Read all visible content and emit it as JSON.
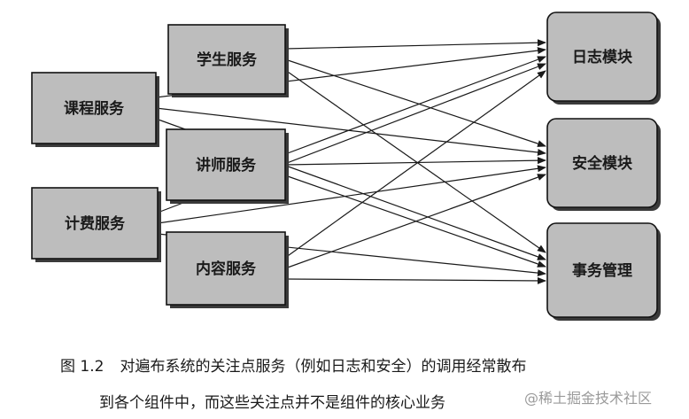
{
  "diagram": {
    "sources": [
      {
        "id": "student",
        "label": "学生服务"
      },
      {
        "id": "course",
        "label": "课程服务"
      },
      {
        "id": "lecturer",
        "label": "讲师服务"
      },
      {
        "id": "billing",
        "label": "计费服务"
      },
      {
        "id": "content",
        "label": "内容服务"
      }
    ],
    "targets": [
      {
        "id": "logging",
        "label": "日志模块"
      },
      {
        "id": "security",
        "label": "安全模块"
      },
      {
        "id": "transaction",
        "label": "事务管理"
      }
    ],
    "edges": [
      [
        "student",
        "logging"
      ],
      [
        "student",
        "security"
      ],
      [
        "student",
        "transaction"
      ],
      [
        "course",
        "logging"
      ],
      [
        "course",
        "security"
      ],
      [
        "course",
        "transaction"
      ],
      [
        "lecturer",
        "logging"
      ],
      [
        "lecturer",
        "security"
      ],
      [
        "lecturer",
        "transaction"
      ],
      [
        "billing",
        "logging"
      ],
      [
        "billing",
        "security"
      ],
      [
        "billing",
        "transaction"
      ],
      [
        "content",
        "logging"
      ],
      [
        "content",
        "security"
      ],
      [
        "content",
        "transaction"
      ]
    ],
    "colors": {
      "box_fill": "#bdbdbd",
      "box_stroke": "#111111",
      "shadow": "#3a3a3a",
      "arrow": "#1a1a1a"
    }
  },
  "caption": {
    "figure_label": "图 1.2",
    "line1": "对遍布系统的关注点服务（例如日志和安全）的调用经常散布",
    "line2": "到各个组件中，而这些关注点并不是组件的核心业务"
  },
  "watermark": "@稀土掘金技术社区"
}
